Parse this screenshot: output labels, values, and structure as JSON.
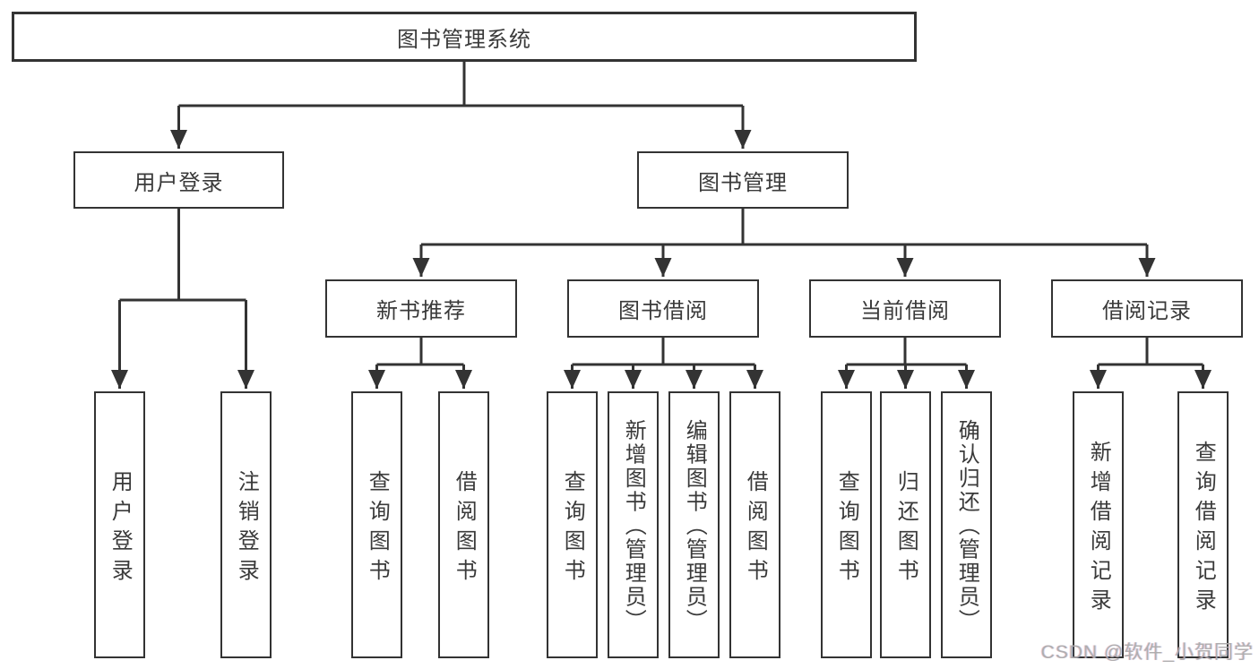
{
  "diagram_title": "图书管理系统",
  "tree": {
    "label": "图书管理系统",
    "children": [
      {
        "label": "用户登录",
        "children": [
          {
            "label": "用户登录"
          },
          {
            "label": "注销登录"
          }
        ]
      },
      {
        "label": "图书管理",
        "children": [
          {
            "label": "新书推荐",
            "children": [
              {
                "label": "查询图书"
              },
              {
                "label": "借阅图书"
              }
            ]
          },
          {
            "label": "图书借阅",
            "children": [
              {
                "label": "查询图书"
              },
              {
                "label": "新增图书（管理员）"
              },
              {
                "label": "编辑图书（管理员）"
              },
              {
                "label": "借阅图书"
              }
            ]
          },
          {
            "label": "当前借阅",
            "children": [
              {
                "label": "查询图书"
              },
              {
                "label": "归还图书"
              },
              {
                "label": "确认归还（管理员）"
              }
            ]
          },
          {
            "label": "借阅记录",
            "children": [
              {
                "label": "新增借阅记录"
              },
              {
                "label": "查询借阅记录"
              }
            ]
          }
        ]
      }
    ]
  },
  "watermark": "CSDN @软件_小贺同学",
  "colors": {
    "line": "#333333",
    "text": "#3a3a3a",
    "background": "#ffffff",
    "watermark": "#ababab"
  }
}
